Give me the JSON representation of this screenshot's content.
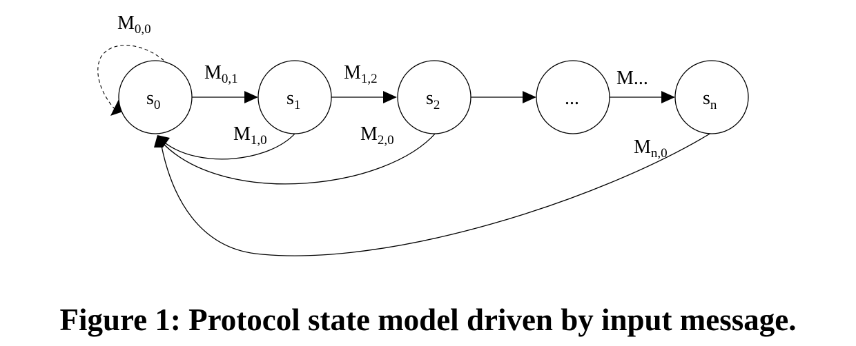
{
  "diagram": {
    "states": {
      "s0": {
        "base": "s",
        "sub": "0"
      },
      "s1": {
        "base": "s",
        "sub": "1"
      },
      "s2": {
        "base": "s",
        "sub": "2"
      },
      "s_ellipsis": {
        "text": "..."
      },
      "sn": {
        "base": "s",
        "sub": "n"
      }
    },
    "transitions": {
      "m00": {
        "base": "M",
        "sub": "0,0"
      },
      "m01": {
        "base": "M",
        "sub": "0,1"
      },
      "m12": {
        "base": "M",
        "sub": "1,2"
      },
      "m_ellipsis": {
        "text": "M..."
      },
      "m10": {
        "base": "M",
        "sub": "1,0"
      },
      "m20": {
        "base": "M",
        "sub": "2,0"
      },
      "mn0": {
        "base": "M",
        "sub": "n,0"
      }
    }
  },
  "caption": "Figure 1: Protocol state model driven by input message."
}
